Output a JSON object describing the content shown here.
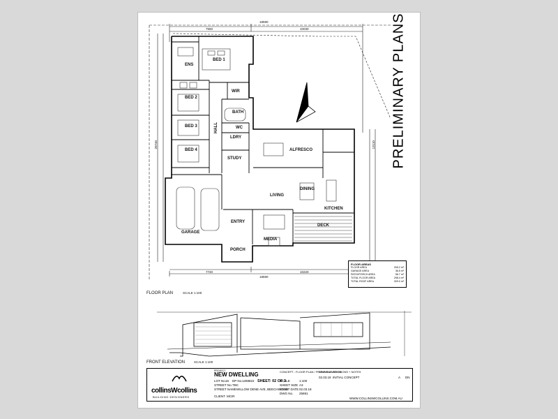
{
  "watermark": "PRELIMINARY PLANS",
  "drawing": {
    "floor_plan_label": "FLOOR PLAN",
    "floor_plan_scale": "SCALE 1:100",
    "front_elevation_label": "FRONT ELEVATION",
    "front_elevation_scale": "SCALE 1:100"
  },
  "rooms": {
    "ens": "ENS",
    "bed1": "BED 1",
    "bed2": "BED 2",
    "bed3": "BED 3",
    "bed4": "BED 4",
    "wir": "WIR",
    "bath": "BATH",
    "wc": "WC",
    "hall": "HALL",
    "ldry": "LDRY",
    "study": "STUDY",
    "alfresco": "ALFRESCO",
    "dining": "DINING",
    "living": "LIVING",
    "kitchen": "KITCHEN",
    "deck": "DECK",
    "garage": "GARAGE",
    "entry": "ENTRY",
    "media": "MEDIA",
    "porch": "PORCH"
  },
  "dimensions": {
    "top_overall": "18590",
    "top_left": "7550",
    "top_right": "10030",
    "bottom_overall": "18590",
    "bottom_left": "7720",
    "bottom_right": "10220",
    "left_overall": "20740",
    "right_overall": "13110"
  },
  "areas_table": {
    "title": "FLOOR AREAS",
    "rows": [
      {
        "label": "FLOOR AREA",
        "value": "205.2 m²"
      },
      {
        "label": "GARAGE AREA",
        "value": "36.5 m²"
      },
      {
        "label": "PATIO/PORCH AREA",
        "value": "56.7 m²"
      },
      {
        "label": "TOTAL FLOOR AREA",
        "value": "298.4 m²"
      },
      {
        "label": "TOTAL ROOF AREA",
        "value": "329.0 m²"
      }
    ]
  },
  "title_block": {
    "project_label": "PROJECT",
    "project": "NEW DWELLING",
    "lot_label": "LOT No.",
    "lot": "16",
    "dp_label": "DP No.",
    "dp": "1269822",
    "street_label": "STREET No.",
    "street_no": "TBC",
    "street_name_label": "STREET NAME",
    "street_name": "WILLOW DENE AVE, BEECHWOOD",
    "client_label": "CLIENT",
    "client": "MCIR",
    "drawing_label": "CONCEPT - FLOOR PLAN / FRONT ELEVATION",
    "sheet": "SHEET: 02 OF 3",
    "scale_label": "SCALE",
    "scale": "1:100",
    "sheet_size_label": "SHEET SIZE",
    "sheet_size": "A3",
    "start_date_label": "START DATE",
    "start_date": "02.03.18",
    "dwg_label": "DWG No.",
    "dwg": "25691",
    "revisions_label": "DRAWING REVISIONS + NOTES",
    "rev_date": "02.03.18",
    "rev_note": "INITIAL CONCEPT",
    "rev": "A",
    "rev_by": "DN",
    "brand": "collinsWcollins",
    "brand_sub": "BUILDING DESIGNERS",
    "website": "WWW.COLLINSWCOLLINS.COM.AU"
  }
}
